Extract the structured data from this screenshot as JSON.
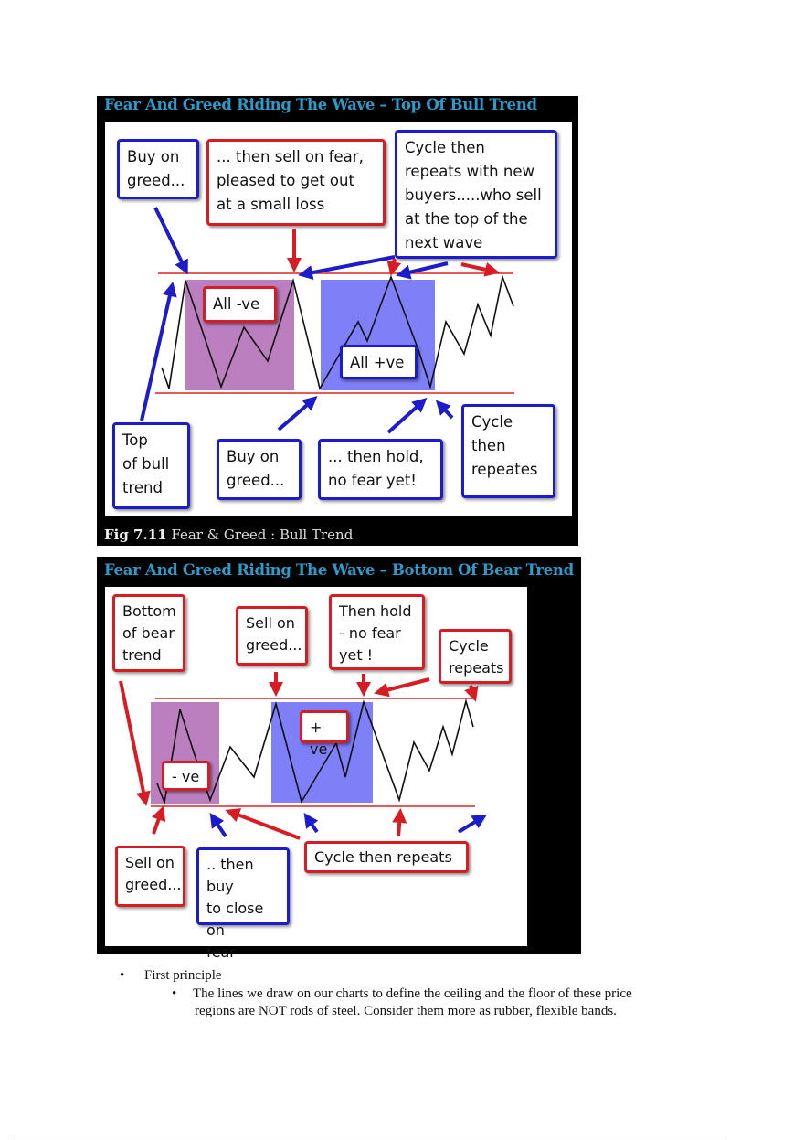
{
  "figure1": {
    "title": "Fear And Greed Riding The Wave – Top Of Bull Trend",
    "caption_label": "Fig 7.11",
    "caption_text": "Fear & Greed : Bull Trend",
    "boxes": {
      "buy_on_greed_top": "Buy on\ngreed...",
      "sell_on_fear": "... then sell on fear,\npleased to get out\nat a small loss",
      "cycle_repeats_new_buyers": "Cycle then\nrepeats with new\nbuyers.....who sell\nat the top of the\nnext wave",
      "all_negative": "All -ve",
      "all_positive": "All +ve",
      "top_of_bull_trend": "Top\nof bull\ntrend",
      "buy_on_greed_bottom": "Buy on\ngreed...",
      "then_hold": "... then hold,\nno fear yet!",
      "cycle_then_repeates": "Cycle\nthen\nrepeates"
    }
  },
  "figure2": {
    "title": "Fear And Greed Riding The Wave – Bottom Of Bear Trend",
    "boxes": {
      "bottom_of_bear_trend": "Bottom\nof bear\ntrend",
      "sell_on_greed_top": "Sell on\ngreed...",
      "then_hold": "Then hold\n- no fear\nyet !",
      "cycle_repeats": "Cycle\nrepeats",
      "positive": "+ ve",
      "negative": "- ve",
      "sell_on_greed_bottom": "Sell on\ngreed...",
      "then_buy_to_close": ".. then buy\nto close on\nfear",
      "cycle_then_repeats": "Cycle then repeats"
    }
  },
  "bullets": {
    "level1": "First principle",
    "level2_line1": "The lines we draw on our charts to define the ceiling and the floor of these price",
    "level2_line2": "regions are NOT rods of steel. Consider them more as rubber, flexible bands."
  },
  "colors": {
    "title": "#2a9ccc",
    "blue_box": "#1c1ccc",
    "red_box": "#d81c24",
    "negative_zone": "#bb7fbf",
    "positive_zone": "#7f7ff7"
  }
}
